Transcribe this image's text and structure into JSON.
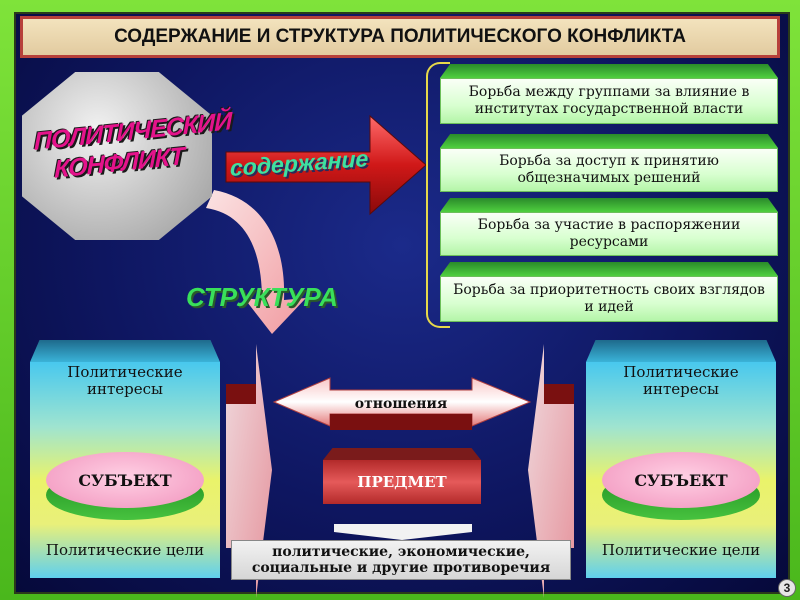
{
  "title": "СОДЕРЖАНИЕ И СТРУКТУРА ПОЛИТИЧЕСКОГО КОНФЛИКТА",
  "conflict_label": [
    "ПОЛИТИЧЕСКИЙ",
    "КОНФЛИКТ"
  ],
  "content_word": "содержание",
  "structure_word": "СТРУКТУРА",
  "content_items": [
    "Борьба между группами за влияние в институтах государственной власти",
    "Борьба за доступ к принятию общезначимых решений",
    "Борьба за участие в распоряжении ресурсами",
    "Борьба за приоритетность своих взглядов и идей"
  ],
  "left_pillar": {
    "top": "Политические интересы",
    "subject": "СУБЪЕКТ",
    "bottom": "Политические цели"
  },
  "right_pillar": {
    "top": "Политические интересы",
    "subject": "СУБЪЕКТ",
    "bottom": "Политические цели"
  },
  "relations_label": "отношения",
  "object_label": "ПРЕДМЕТ",
  "contradictions": "политические, экономические, социальные и другие противоречия",
  "page_number": "3"
}
